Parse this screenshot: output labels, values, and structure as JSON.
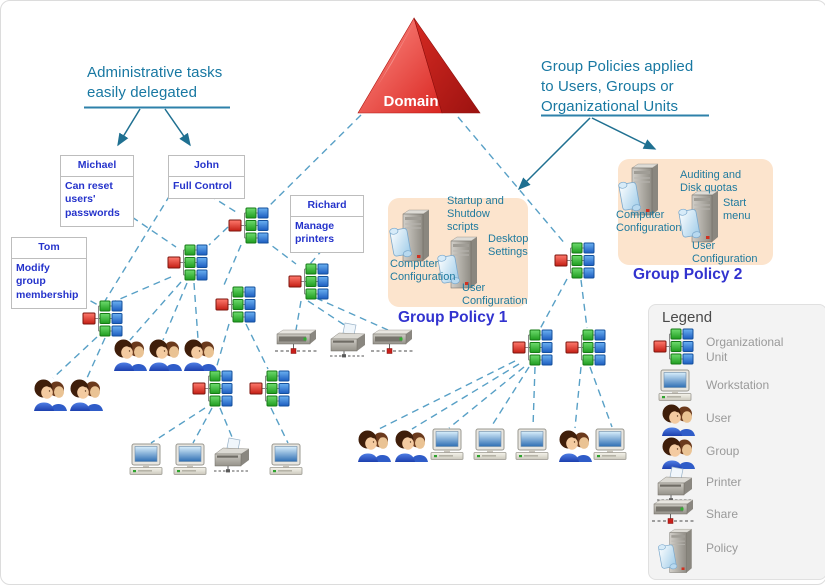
{
  "notes": {
    "left": {
      "text": "Administrative tasks\neasily delegated"
    },
    "right": {
      "text": "Group Policies applied\nto Users, Groups or\nOrganizational Units"
    }
  },
  "domain": {
    "label": "Domain"
  },
  "callouts": [
    {
      "name": "Michael",
      "permission": "Can reset users'\npasswords"
    },
    {
      "name": "John",
      "permission": "Full Control"
    },
    {
      "name": "Tom",
      "permission": "Modify group\nmembership"
    },
    {
      "name": "Richard",
      "permission": "Manage\nprinters"
    }
  ],
  "group_policies": [
    {
      "title": "Group Policy 1",
      "computer_note": "Startup and\nShutdow\nscripts",
      "user_note": "Desktop\nSettings",
      "computer_label": "Computer\nConfiguration",
      "user_label": "User\nConfiguration"
    },
    {
      "title": "Group Policy 2",
      "computer_note": "Auditing and\nDisk quotas",
      "user_note": "Start\nmenu",
      "computer_label": "Computer\nConfiguration",
      "user_label": "User\nConfiguration"
    }
  ],
  "legend": {
    "title": "Legend",
    "items": [
      {
        "icon": "organizational-unit-icon",
        "label": "Organizational\nUnit"
      },
      {
        "icon": "workstation-icon",
        "label": "Workstation"
      },
      {
        "icon": "user-icon",
        "label": "User"
      },
      {
        "icon": "group-icon",
        "label": "Group"
      },
      {
        "icon": "printer-icon",
        "label": "Printer"
      },
      {
        "icon": "share-icon",
        "label": "Share"
      },
      {
        "icon": "policy-icon",
        "label": "Policy"
      }
    ]
  },
  "colors": {
    "note_text": "#1878a2",
    "arrow": "#1f7091",
    "callout_text": "#2533cb",
    "gp_box_bg": "#fce4cd",
    "gp_label": "#1f7a9e",
    "gp_title": "#3233cf",
    "legend_bg": "#f3f3f3",
    "legend_label": "#9a9a9a",
    "dashed_line": "#58a0c6",
    "domain_red": "#e03028"
  }
}
